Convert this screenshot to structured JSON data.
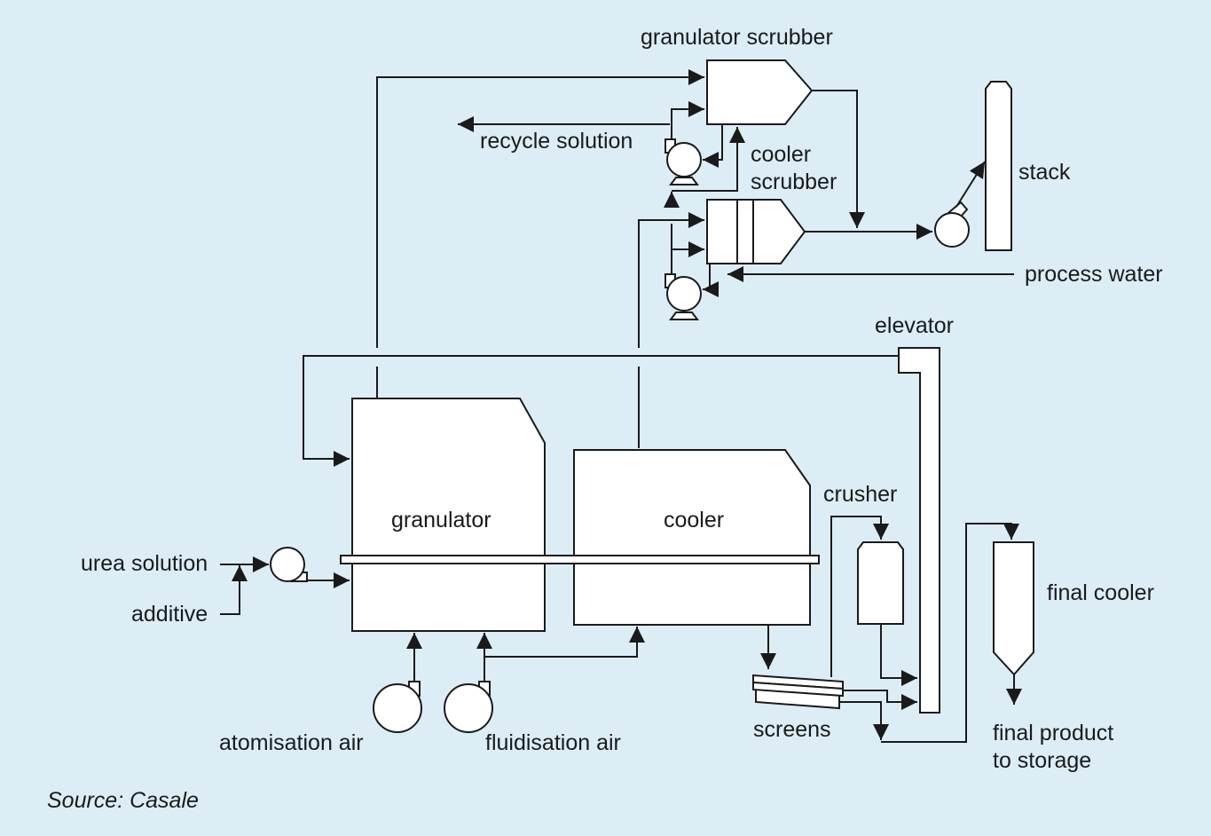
{
  "labels": {
    "granulator_scrubber": "granulator scrubber",
    "recycle_solution": "recycle solution",
    "cooler_scrubber_line1": "cooler",
    "cooler_scrubber_line2": "scrubber",
    "stack": "stack",
    "process_water": "process water",
    "elevator": "elevator",
    "granulator": "granulator",
    "cooler": "cooler",
    "crusher": "crusher",
    "urea_solution": "urea solution",
    "additive": "additive",
    "final_cooler": "final cooler",
    "atomisation_air": "atomisation air",
    "fluidisation_air": "fluidisation air",
    "screens": "screens",
    "final_product_line1": "final product",
    "final_product_line2": "to storage"
  },
  "source": "Source: Casale",
  "colors": {
    "background": "#dcedf6",
    "line": "#1a1a1a",
    "equipment_fill": "#ffffff"
  }
}
